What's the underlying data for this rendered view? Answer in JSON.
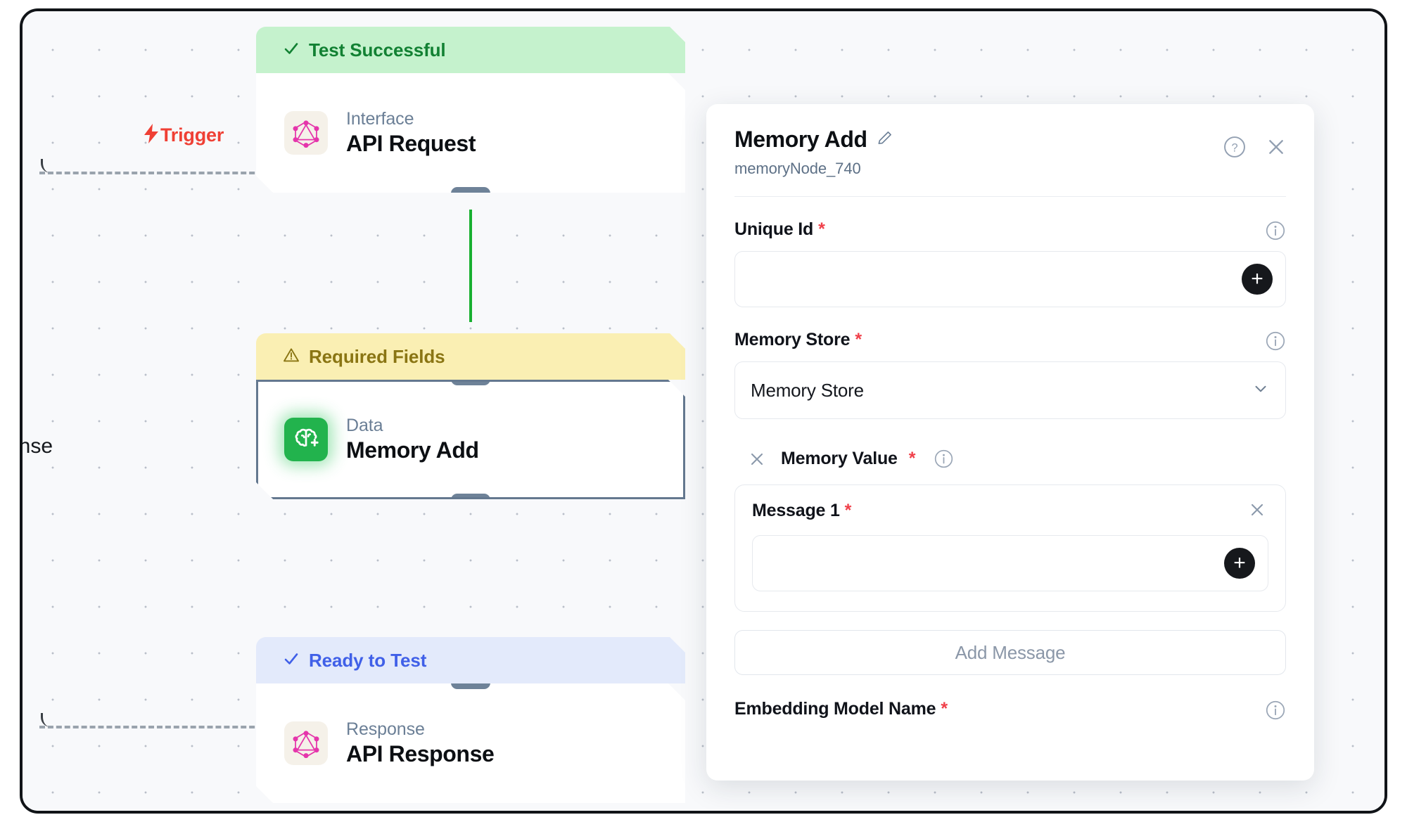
{
  "canvas": {
    "trigger_label": "Trigger",
    "trigger_icon": "lightning-bolt-icon",
    "clipped_response_text": "onse"
  },
  "nodes": [
    {
      "status": "Test Successful",
      "status_icon": "check-icon",
      "kind": "Interface",
      "title": "API Request",
      "icon": "graphql-icon"
    },
    {
      "status": "Required Fields",
      "status_icon": "warning-triangle-icon",
      "kind": "Data",
      "title": "Memory Add",
      "icon": "brain-plus-icon"
    },
    {
      "status": "Ready to Test",
      "status_icon": "check-icon",
      "kind": "Response",
      "title": "API Response",
      "icon": "graphql-icon"
    }
  ],
  "panel": {
    "title": "Memory Add",
    "edit_icon": "pencil-icon",
    "subtitle": "memoryNode_740",
    "help_icon": "question-circle-icon",
    "close_icon": "close-icon",
    "fields": {
      "unique_id": {
        "label": "Unique Id",
        "required_marker": "*",
        "info_icon": "info-circle-icon",
        "value": "",
        "add_icon": "plus-icon"
      },
      "memory_store": {
        "label": "Memory Store",
        "required_marker": "*",
        "info_icon": "info-circle-icon",
        "selected": "Memory Store",
        "caret_icon": "chevron-down-icon"
      },
      "memory_value": {
        "label": "Memory Value",
        "required_marker": "*",
        "remove_icon": "close-icon",
        "info_icon": "info-circle-icon",
        "messages": [
          {
            "label": "Message 1",
            "required_marker": "*",
            "remove_icon": "close-icon",
            "value": "",
            "add_icon": "plus-icon"
          }
        ],
        "add_message_label": "Add Message"
      },
      "embedding_model_name": {
        "label": "Embedding Model Name",
        "required_marker": "*",
        "info_icon": "info-circle-icon"
      }
    }
  },
  "colors": {
    "success_bg": "#c5f2cd",
    "success_fg": "#128133",
    "warning_bg": "#faefb3",
    "warning_fg": "#8a7513",
    "ready_bg": "#e3eafb",
    "ready_fg": "#4060e8",
    "trigger_red": "#ef4035",
    "required_red": "#f0404a",
    "link_green": "#19b031",
    "handle_slate": "#6e8298",
    "brain_green": "#22b34d",
    "graphql_pink": "#e535ab"
  }
}
